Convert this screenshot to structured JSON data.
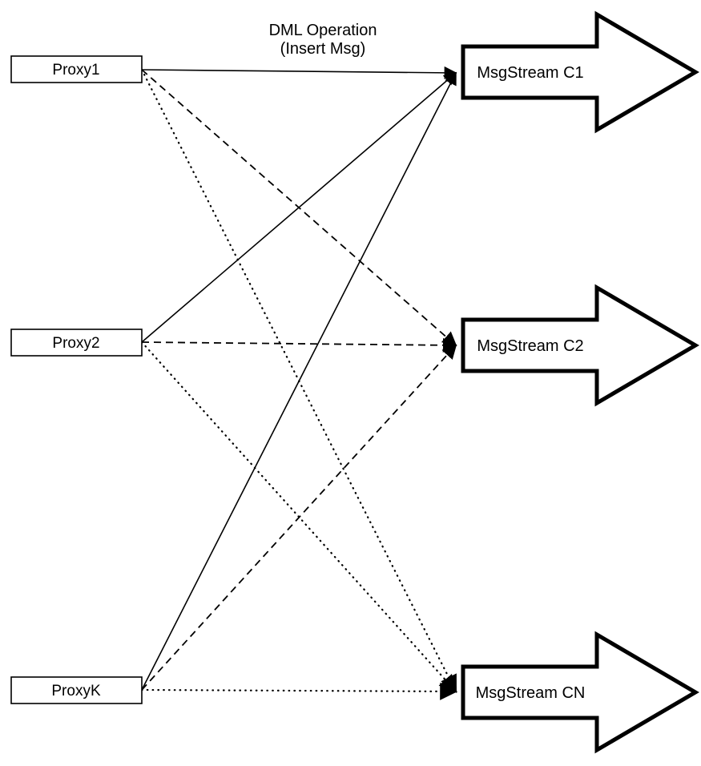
{
  "diagram": {
    "annotation": {
      "line1": "DML Operation",
      "line2": "(Insert Msg)"
    },
    "proxies": [
      {
        "label": "Proxy1"
      },
      {
        "label": "Proxy2"
      },
      {
        "label": "ProxyK"
      }
    ],
    "streams": [
      {
        "label": "MsgStream C1"
      },
      {
        "label": "MsgStream C2"
      },
      {
        "label": "MsgStream CN"
      }
    ],
    "connections": [
      {
        "from": "Proxy1",
        "to": "MsgStream C1",
        "style": "solid"
      },
      {
        "from": "Proxy2",
        "to": "MsgStream C1",
        "style": "solid"
      },
      {
        "from": "ProxyK",
        "to": "MsgStream C1",
        "style": "solid"
      },
      {
        "from": "Proxy1",
        "to": "MsgStream C2",
        "style": "dashed"
      },
      {
        "from": "Proxy2",
        "to": "MsgStream C2",
        "style": "dashed"
      },
      {
        "from": "ProxyK",
        "to": "MsgStream C2",
        "style": "dashed"
      },
      {
        "from": "Proxy1",
        "to": "MsgStream CN",
        "style": "dotted"
      },
      {
        "from": "Proxy2",
        "to": "MsgStream CN",
        "style": "dotted"
      },
      {
        "from": "ProxyK",
        "to": "MsgStream CN",
        "style": "dotted"
      }
    ],
    "colors": {
      "stroke": "#000000",
      "fill": "#ffffff"
    }
  }
}
